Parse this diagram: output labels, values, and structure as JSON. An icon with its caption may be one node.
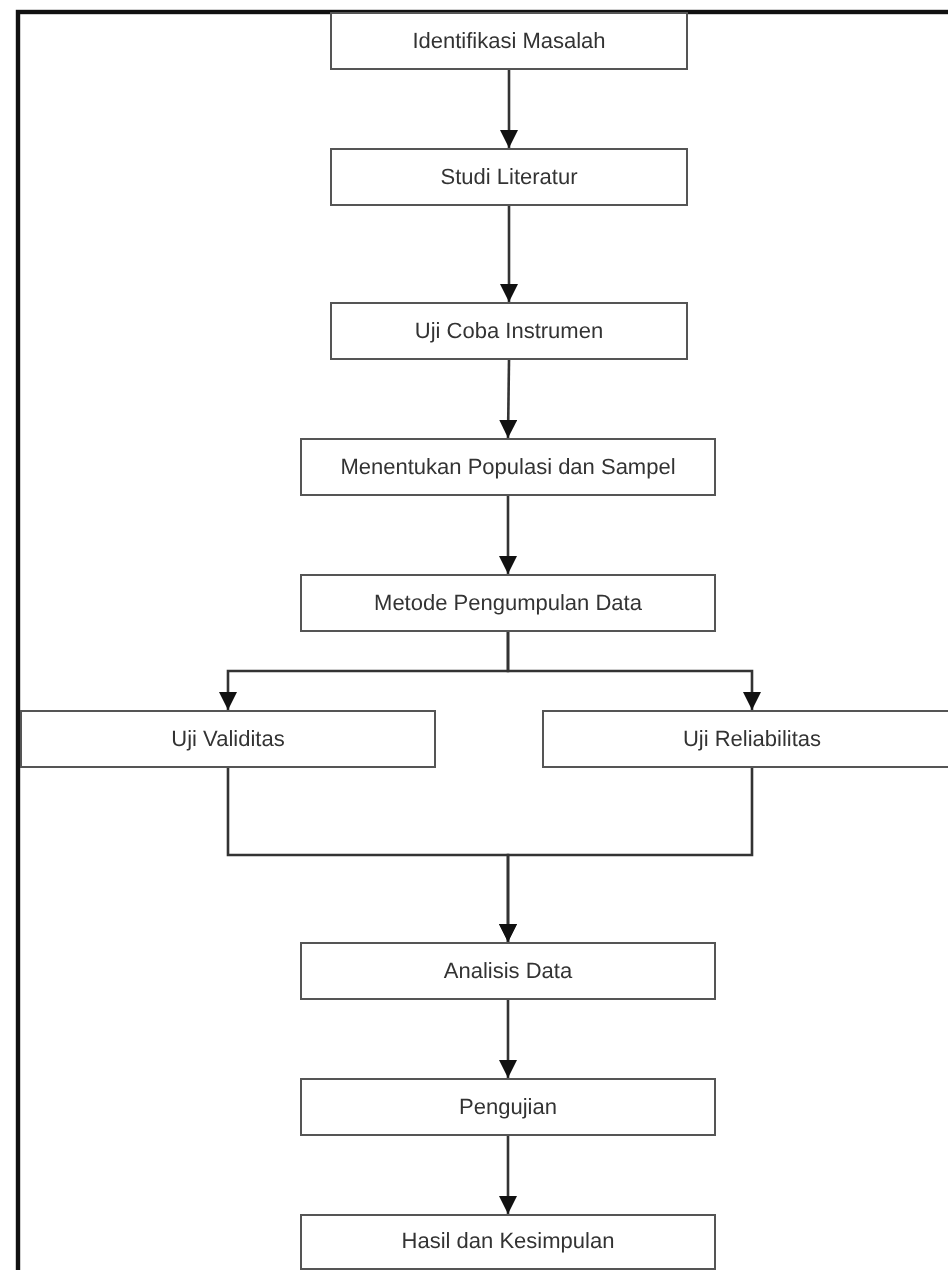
{
  "diagram": {
    "nodes": [
      {
        "text": [
          "Identifikasi Masalah"
        ]
      },
      {
        "text": [
          "Studi Literatur"
        ]
      },
      {
        "text": [
          "Uji Coba Instrumen"
        ]
      },
      {
        "text": [
          "Menentukan Populasi dan Sampel"
        ]
      },
      {
        "text": [
          "Metode Pengumpulan Data"
        ]
      },
      {
        "text": [
          "Uji Validitas"
        ]
      },
      {
        "text": [
          "Uji Reliabilitas"
        ]
      },
      {
        "text": [
          "Analisis Data"
        ]
      },
      {
        "text": [
          "Pengujian"
        ]
      },
      {
        "text": [
          "Hasil dan Kesimpulan"
        ]
      }
    ],
    "edges": [
      {
        "from": 0,
        "to": 1,
        "arrow": "to"
      },
      {
        "from": 1,
        "to": 2,
        "arrow": "to"
      },
      {
        "from": 2,
        "to": 3,
        "arrow": "to"
      },
      {
        "from": 3,
        "to": 4,
        "arrow": "to"
      },
      {
        "from": 4,
        "to": 5,
        "arrow": "to"
      },
      {
        "from": 4,
        "to": 6,
        "arrow": "to"
      },
      {
        "from": 5,
        "to": 7,
        "arrow": "to"
      },
      {
        "from": 6,
        "to": 7,
        "arrow": "to"
      },
      {
        "from": 7,
        "to": 8,
        "arrow": "to"
      },
      {
        "from": 8,
        "to": 9,
        "arrow": "to"
      }
    ]
  }
}
